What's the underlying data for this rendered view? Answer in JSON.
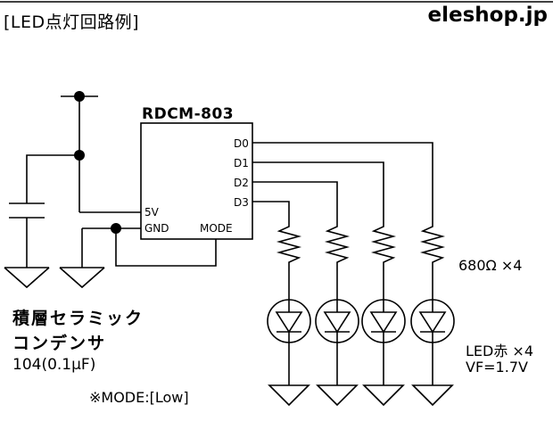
{
  "header": {
    "title": "[LED点灯回路例]",
    "brand": "eleshop.jp"
  },
  "ic": {
    "part_number": "RDCM-803",
    "pins": {
      "d0": "D0",
      "d1": "D1",
      "d2": "D2",
      "d3": "D3",
      "v5": "5V",
      "gnd": "GND",
      "mode": "MODE"
    }
  },
  "capacitor": {
    "line1": "積層セラミック",
    "line2": "コンデンサ",
    "value": "104(0.1μF)"
  },
  "notes": {
    "mode": "※MODE:[Low]"
  },
  "resistors": {
    "label": "680Ω ×4"
  },
  "leds": {
    "label": "LED赤 ×4",
    "vf": "VF=1.7V"
  }
}
